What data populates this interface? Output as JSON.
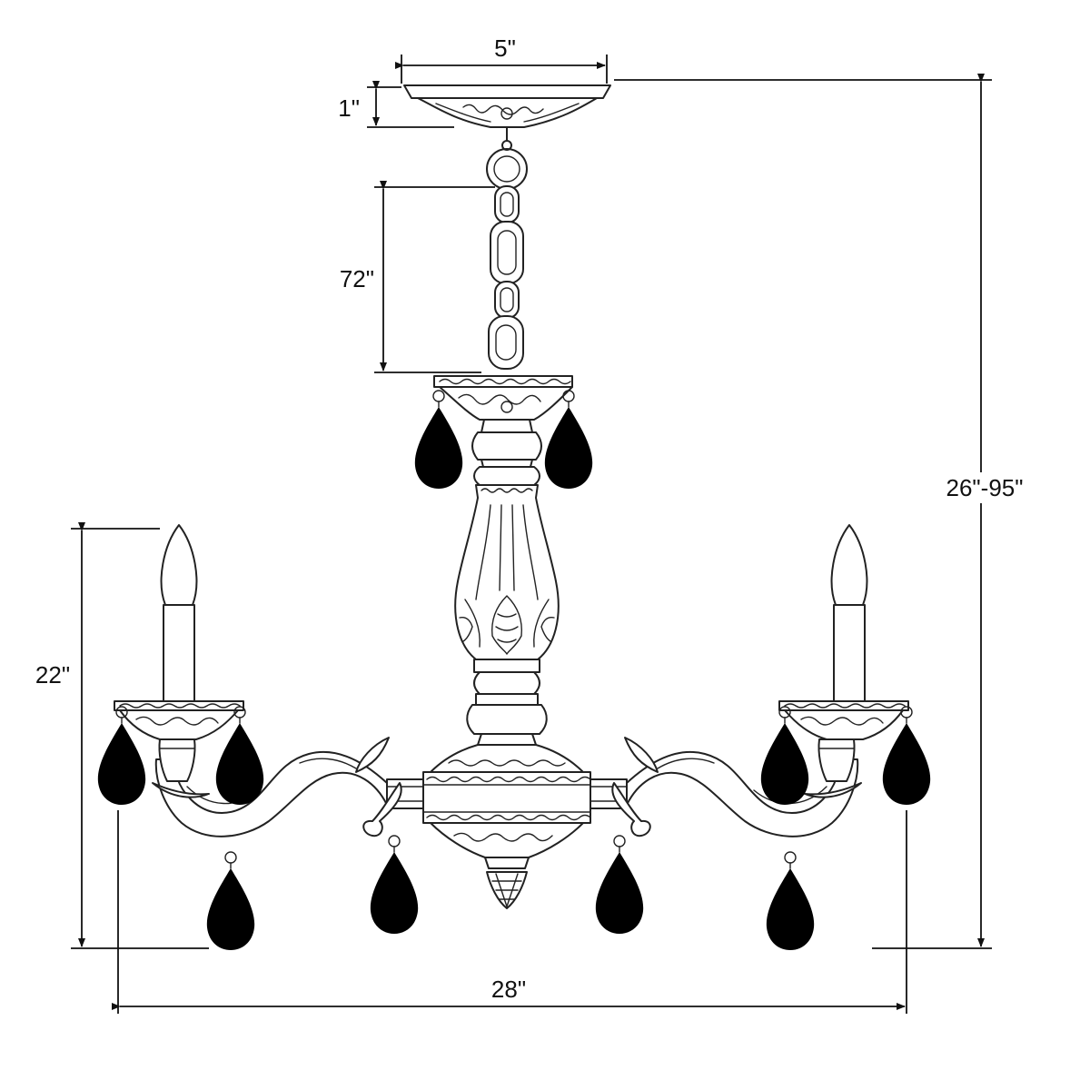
{
  "dimensions": {
    "canopy_width": "5\"",
    "canopy_height": "1\"",
    "chain_length": "72\"",
    "overall_height": "26\"-95\"",
    "body_height": "22\"",
    "overall_width": "28\""
  },
  "colors": {
    "line": "#222222",
    "background": "#ffffff"
  }
}
